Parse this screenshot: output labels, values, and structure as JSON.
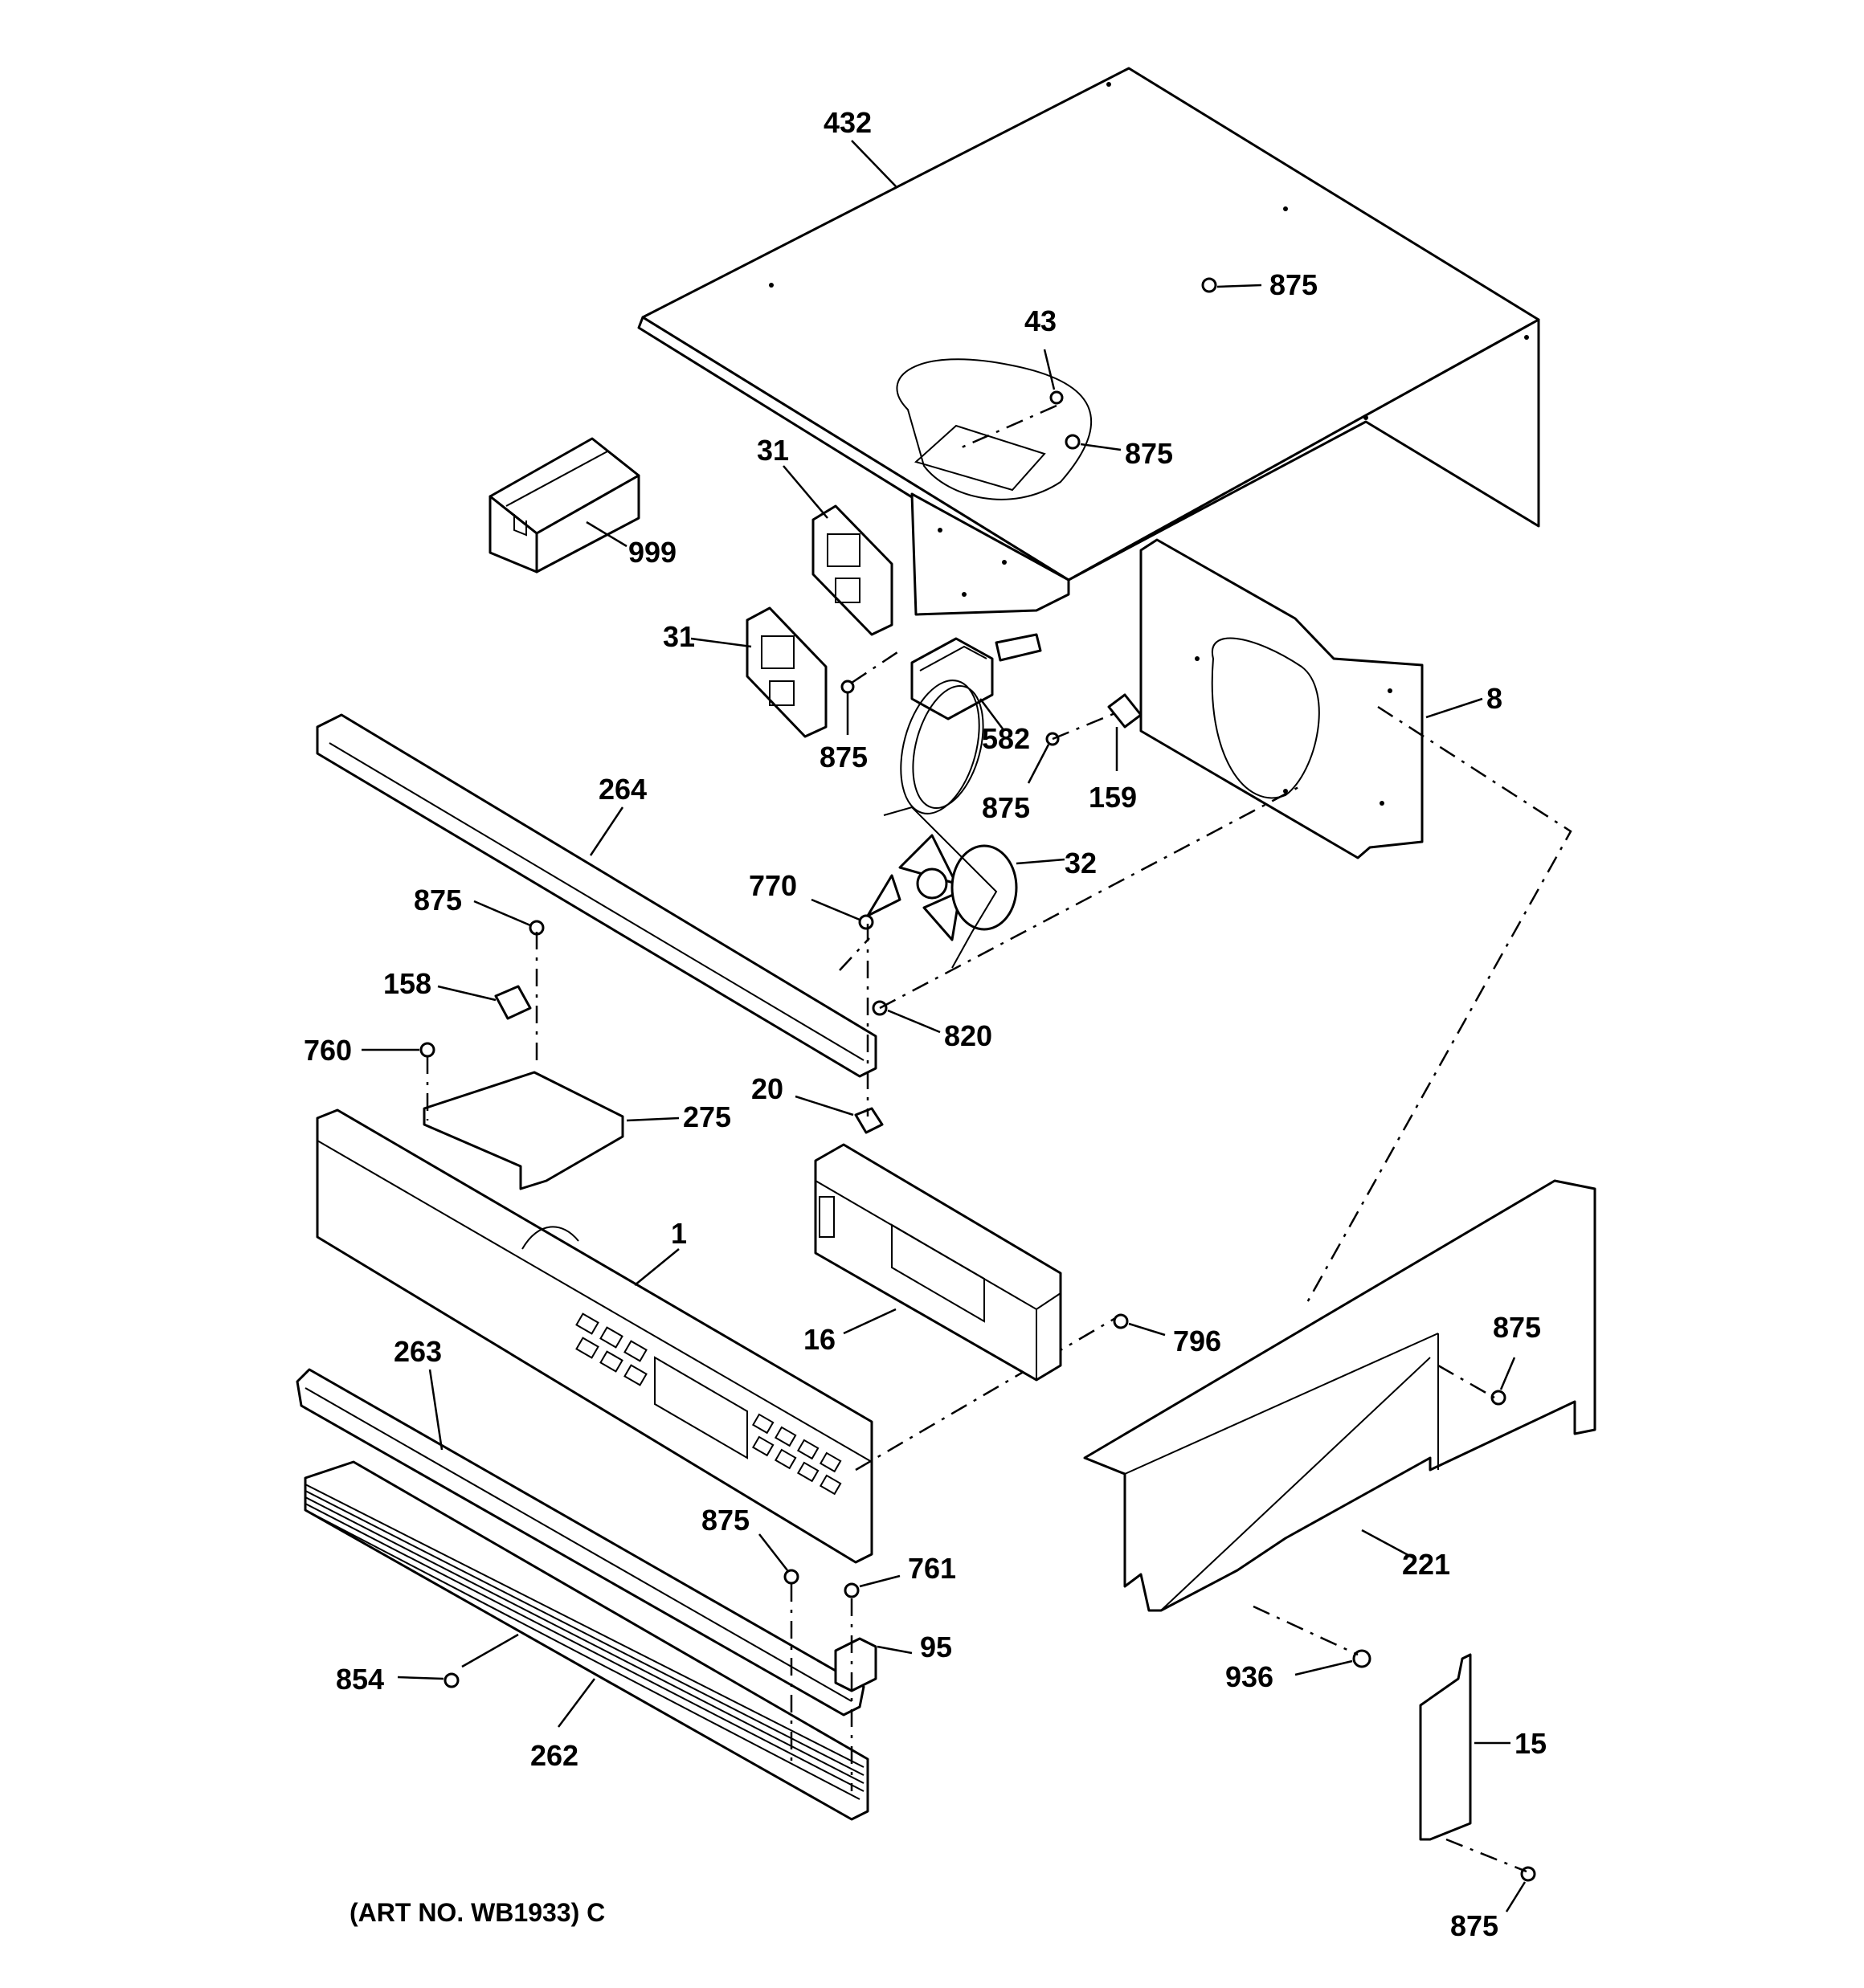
{
  "labels": {
    "p432": "432",
    "p875_a": "875",
    "p43": "43",
    "p875_b": "875",
    "p31_a": "31",
    "p999": "999",
    "p31_b": "31",
    "p8": "8",
    "p875_c": "875",
    "p582": "582",
    "p875_d": "875",
    "p159": "159",
    "p264": "264",
    "p32": "32",
    "p770": "770",
    "p875_e": "875",
    "p158": "158",
    "p820": "820",
    "p760": "760",
    "p20": "20",
    "p275": "275",
    "p1": "1",
    "p16": "16",
    "p796": "796",
    "p263": "263",
    "p875_f": "875",
    "p875_g": "875",
    "p761": "761",
    "p221": "221",
    "p95": "95",
    "p854": "854",
    "p936": "936",
    "p262": "262",
    "p15": "15",
    "p875_h": "875"
  },
  "footer": {
    "art_no": "(ART NO. WB1933) C"
  }
}
